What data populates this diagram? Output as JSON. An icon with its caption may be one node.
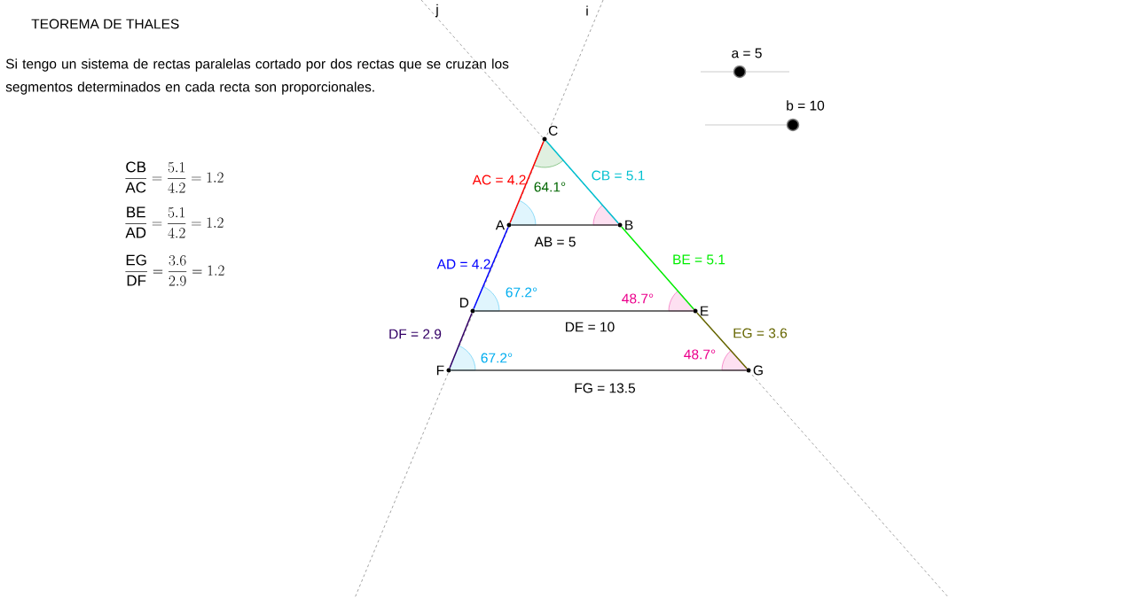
{
  "diagram": {
    "title": "TEOREMA DE THALES",
    "nodes": [
      {
        "text": [
          "C"
        ]
      },
      {
        "text": [
          "A"
        ]
      },
      {
        "text": [
          "B"
        ]
      },
      {
        "text": [
          "D"
        ]
      },
      {
        "text": [
          "E"
        ]
      },
      {
        "text": [
          "F"
        ]
      },
      {
        "text": [
          "G"
        ]
      }
    ],
    "edges": [
      {
        "from": 0,
        "to": 1,
        "arrow": "none",
        "label": "AC = 4.2",
        "color": "#ff0000"
      },
      {
        "from": 0,
        "to": 2,
        "arrow": "none",
        "label": "CB = 5.1",
        "color": "#00c0d0"
      },
      {
        "from": 1,
        "to": 2,
        "arrow": "none",
        "label": "AB = 5"
      },
      {
        "from": 1,
        "to": 3,
        "arrow": "none",
        "label": "AD = 4.2",
        "color": "#0000ff"
      },
      {
        "from": 2,
        "to": 4,
        "arrow": "none",
        "label": "BE = 5.1",
        "color": "#00ee00"
      },
      {
        "from": 3,
        "to": 4,
        "arrow": "none",
        "label": "DE = 10"
      },
      {
        "from": 3,
        "to": 5,
        "arrow": "none",
        "label": "DF = 2.9",
        "color": "#330066"
      },
      {
        "from": 4,
        "to": 6,
        "arrow": "none",
        "label": "EG = 3.6",
        "color": "#666600"
      },
      {
        "from": 5,
        "to": 6,
        "arrow": "none",
        "label": "FG = 13.5"
      }
    ],
    "labels": [
      "Si tengo un sistema de rectas paralelas cortado por dos rectas que se cruzan los segmentos determinados en cada recta son proporcionales.",
      "j",
      "i",
      "a = 5",
      "b = 10",
      "\\frac{\\mathsf{CB}}{\\mathsf{AC}} = \\frac{5.1}{4.2} = 1.2",
      "\\frac{\\mathsf{BE}}{\\mathsf{AD}} = \\frac{5.1}{4.2} = 1.2",
      "\\frac{\\mathsf{EG}}{\\mathsf{DF}} = \\frac{3.6}{2.9} = 1.2",
      "64.1°",
      "67.2°",
      "48.7°",
      "67.2°",
      "48.7°"
    ]
  }
}
